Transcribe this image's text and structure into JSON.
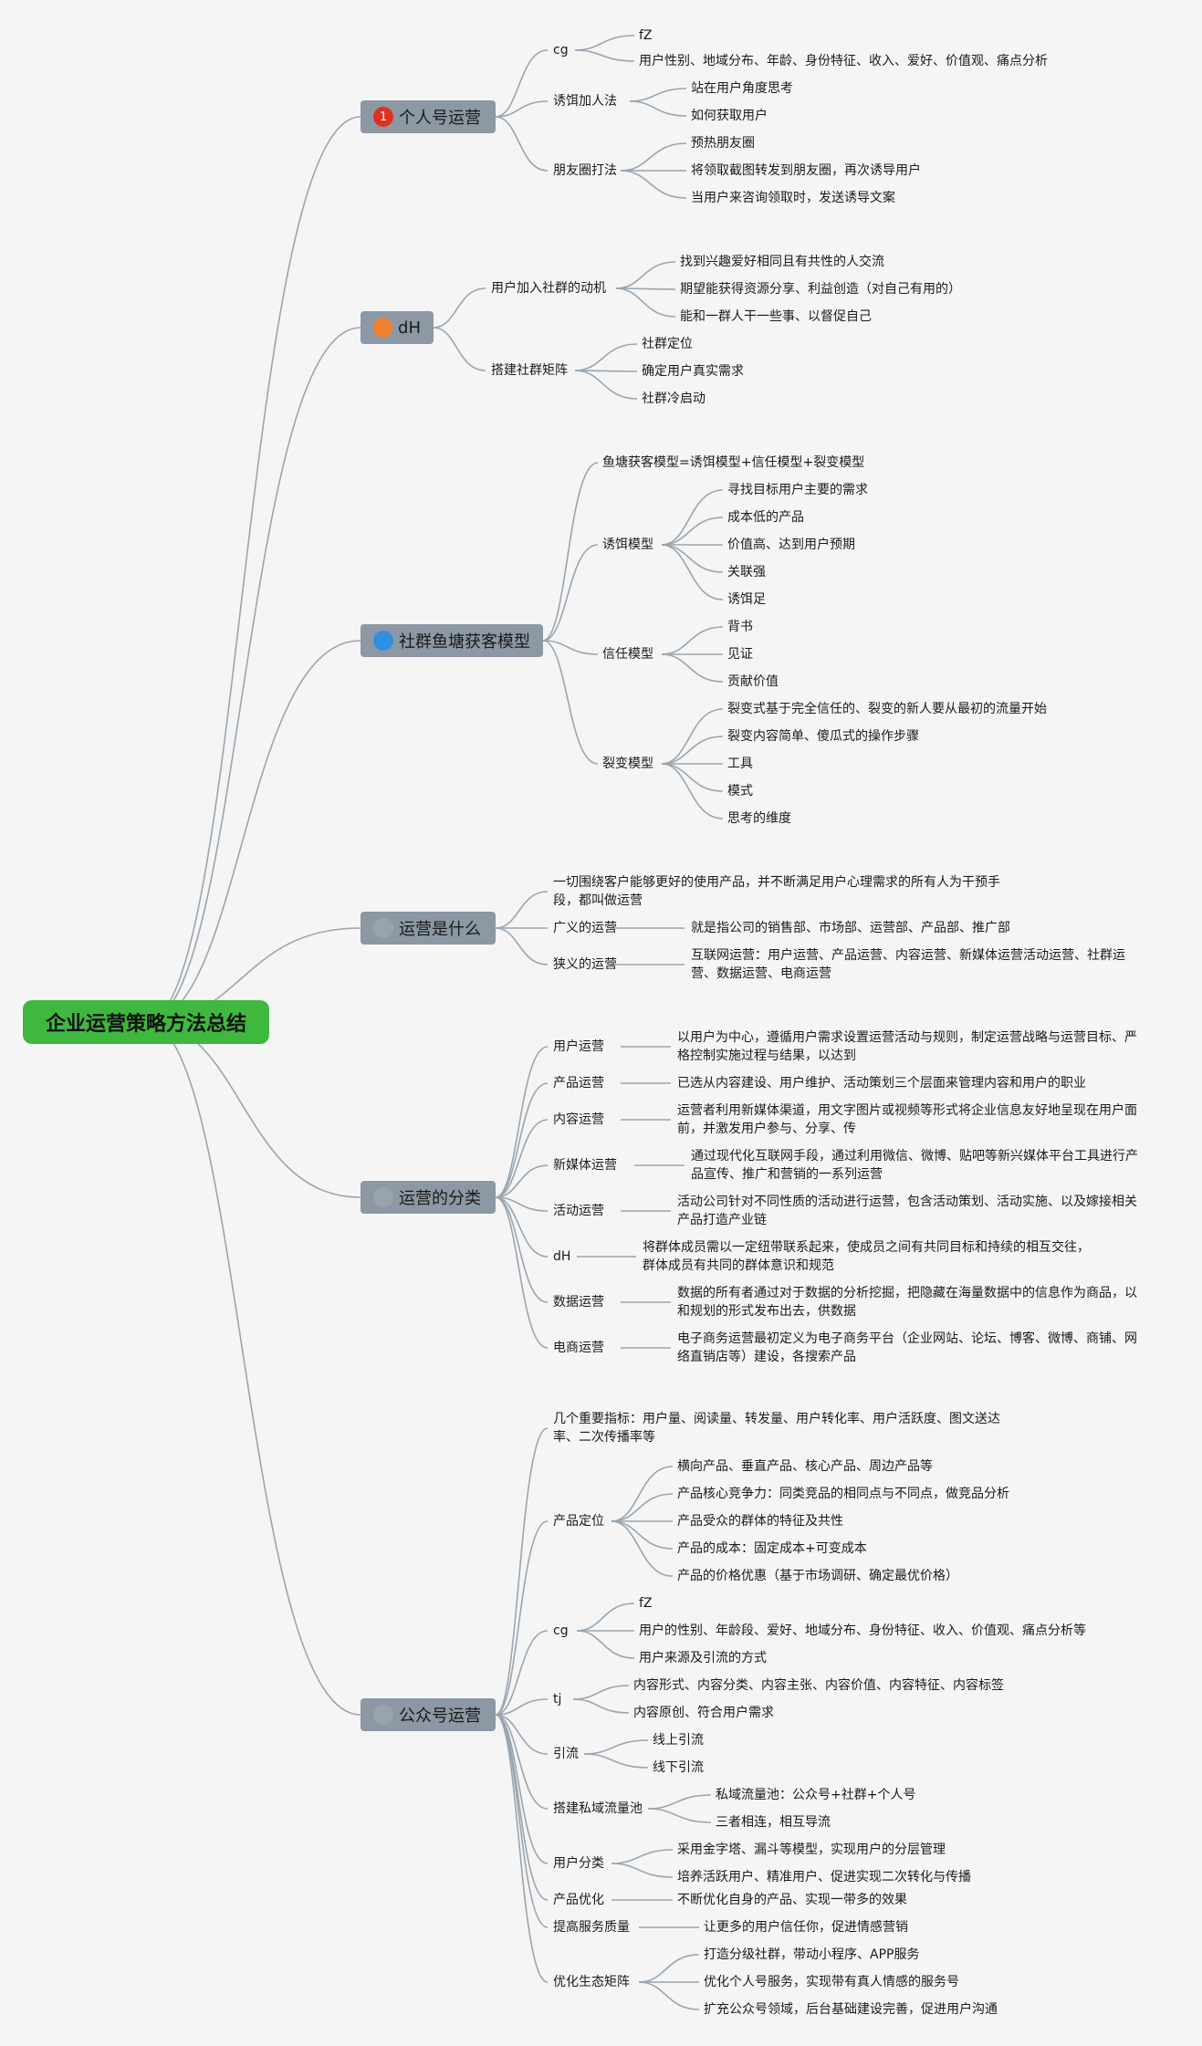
{
  "title": "企业运营策略方法总结",
  "branches": [
    {
      "label": "个人号运营",
      "badge": "1",
      "badge_color": "#e0301e",
      "children": [
        {
          "label": "cg",
          "items": [
            "fZ",
            "用户性别、地域分布、年龄、身份特征、收入、爱好、价值观、痛点分析"
          ]
        },
        {
          "label": "诱饵加人法",
          "items": [
            "站在用户角度思考",
            "如何获取用户"
          ]
        },
        {
          "label": "朋友圈打法",
          "items": [
            "预热朋友圈",
            "将领取截图转发到朋友圈，再次诱导用户",
            "当用户来咨询领取时，发送诱导文案"
          ]
        }
      ]
    },
    {
      "label": "dH",
      "badge": "",
      "badge_color": "#f08030",
      "children": [
        {
          "label": "用户加入社群的动机",
          "items": [
            "找到兴趣爱好相同且有共性的人交流",
            "期望能获得资源分享、利益创造（对自己有用的）",
            "能和一群人干一些事、以督促自己"
          ]
        },
        {
          "label": "搭建社群矩阵",
          "items": [
            "社群定位",
            "确定用户真实需求",
            "社群冷启动"
          ]
        }
      ]
    },
    {
      "label": "社群鱼塘获客模型",
      "badge": "",
      "badge_color": "#2f8fe0",
      "children": [
        {
          "label": "鱼塘获客模型=诱饵模型+信任模型+裂变模型",
          "items": []
        },
        {
          "label": "诱饵模型",
          "items": [
            "寻找目标用户主要的需求",
            "成本低的产品",
            "价值高、达到用户预期",
            "关联强",
            "诱饵足"
          ]
        },
        {
          "label": "信任模型",
          "items": [
            "背书",
            "见证",
            "贡献价值"
          ]
        },
        {
          "label": "裂变模型",
          "items": [
            "裂变式基于完全信任的、裂变的新人要从最初的流量开始",
            "裂变内容简单、傻瓜式的操作步骤",
            "工具",
            "模式",
            "思考的维度"
          ]
        }
      ]
    },
    {
      "label": "运营是什么",
      "badge": "",
      "badge_color": "#9aa2aa",
      "children": [
        {
          "label": "一切围绕客户能够更好的使用产品，并不断满足用户心理需求的所有人为干预手段，都叫做运营",
          "items": []
        },
        {
          "label": "广义的运营",
          "items": [
            "就是指公司的销售部、市场部、运营部、产品部、推广部"
          ]
        },
        {
          "label": "狭义的运营",
          "items": [
            "互联网运营：用户运营、产品运营、内容运营、新媒体运营活动运营、社群运营、数据运营、电商运营"
          ]
        }
      ]
    },
    {
      "label": "运营的分类",
      "badge": "",
      "badge_color": "#9aa2aa",
      "children": [
        {
          "label": "用户运营",
          "items": [
            "以用户为中心，遵循用户需求设置运营活动与规则，制定运营战略与运营目标、严格控制实施过程与结果，以达到"
          ]
        },
        {
          "label": "产品运营",
          "items": [
            "已选从内容建设、用户维护、活动策划三个层面来管理内容和用户的职业"
          ]
        },
        {
          "label": "内容运营",
          "items": [
            "运营者利用新媒体渠道，用文字图片或视频等形式将企业信息友好地呈现在用户面前，并激发用户参与、分享、传"
          ]
        },
        {
          "label": "新媒体运营",
          "items": [
            "通过现代化互联网手段，通过利用微信、微博、贴吧等新兴媒体平台工具进行产品宣传、推广和营销的一系列运营"
          ]
        },
        {
          "label": "活动运营",
          "items": [
            "活动公司针对不同性质的活动进行运营，包含活动策划、活动实施、以及嫁接相关产品打造产业链"
          ]
        },
        {
          "label": "dH",
          "items": [
            "将群体成员需以一定纽带联系起来，使成员之间有共同目标和持续的相互交往，群体成员有共同的群体意识和规范"
          ]
        },
        {
          "label": "数据运营",
          "items": [
            "数据的所有者通过对于数据的分析挖掘，把隐藏在海量数据中的信息作为商品，以和规划的形式发布出去，供数据"
          ]
        },
        {
          "label": "电商运营",
          "items": [
            "电子商务运营最初定义为电子商务平台（企业网站、论坛、博客、微博、商铺、网络直销店等）建设，各搜索产品"
          ]
        }
      ]
    },
    {
      "label": "公众号运营",
      "badge": "",
      "badge_color": "#9aa2aa",
      "children": [
        {
          "label": "几个重要指标：用户量、阅读量、转发量、用户转化率、用户活跃度、图文送达率、二次传播率等",
          "items": []
        },
        {
          "label": "产品定位",
          "items": [
            "横向产品、垂直产品、核心产品、周边产品等",
            "产品核心竞争力：同类竞品的相同点与不同点，做竞品分析",
            "产品受众的群体的特征及共性",
            "产品的成本：固定成本+可变成本",
            "产品的价格优惠（基于市场调研、确定最优价格）"
          ]
        },
        {
          "label": "cg",
          "items": [
            "fZ",
            "用户的性别、年龄段、爱好、地域分布、身份特征、收入、价值观、痛点分析等",
            "用户来源及引流的方式"
          ]
        },
        {
          "label": "tj",
          "items": [
            "内容形式、内容分类、内容主张、内容价值、内容特征、内容标签",
            "内容原创、符合用户需求"
          ]
        },
        {
          "label": "引流",
          "items": [
            "线上引流",
            "线下引流"
          ]
        },
        {
          "label": "搭建私域流量池",
          "items": [
            "私域流量池：公众号+社群+个人号",
            "三者相连，相互导流"
          ]
        },
        {
          "label": "用户分类",
          "items": [
            "采用金字塔、漏斗等模型，实现用户的分层管理",
            "培养活跃用户、精准用户、促进实现二次转化与传播"
          ]
        },
        {
          "label": "产品优化",
          "items": [
            "不断优化自身的产品、实现一带多的效果"
          ]
        },
        {
          "label": "提高服务质量",
          "items": [
            "让更多的用户信任你，促进情感营销"
          ]
        },
        {
          "label": "优化生态矩阵",
          "items": [
            "打造分级社群，带动小程序、APP服务",
            "优化个人号服务，实现带有真人情感的服务号",
            "扩充公众号领域，后台基础建设完善，促进用户沟通"
          ]
        }
      ]
    }
  ],
  "colors": {
    "root": "#3fb83f",
    "branch": "#8c98a3",
    "line": "#9aa5b0",
    "background": "#f5f5f5"
  }
}
